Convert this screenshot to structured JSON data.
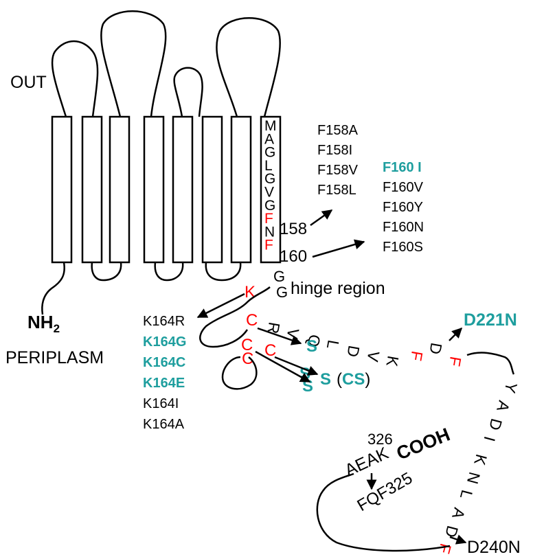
{
  "labels": {
    "out": "OUT",
    "periplasm": "PERIPLASM",
    "nh2_main": "NH",
    "nh2_sub": "2",
    "hinge": "hinge region",
    "pos_158": "158",
    "pos_160": "160",
    "pos_326": "326",
    "cooh": "COOH",
    "aeak": "AEAK",
    "fqf325": "FQF325",
    "d240n": "D240N",
    "d221n": "D221N",
    "cs_open": "(",
    "cs": "CS",
    "cs_close": ")"
  },
  "helix_sequence": [
    "M",
    "A",
    "G",
    "L",
    "G",
    "V",
    "G",
    "F",
    "N",
    "F"
  ],
  "helix_sequence_red": [
    false,
    false,
    false,
    false,
    false,
    false,
    false,
    true,
    false,
    true
  ],
  "hinge_residues": [
    "G",
    "G"
  ],
  "cys_residues": {
    "k": "K",
    "c1": "C",
    "c2": "C",
    "c3": "C",
    "c4": "C"
  },
  "serines": [
    "S",
    "S",
    "S",
    "S"
  ],
  "tail_upper": [
    "R",
    "V",
    "Q",
    "L",
    "D",
    "V",
    "K",
    "F",
    "D",
    "F"
  ],
  "tail_upper_red": [
    false,
    false,
    false,
    false,
    false,
    false,
    false,
    true,
    false,
    true
  ],
  "tail_lower": [
    "Y",
    "A",
    "D",
    "I",
    "K",
    "N",
    "L",
    "A",
    "D",
    "F"
  ],
  "tail_lower_red": [
    false,
    false,
    false,
    false,
    false,
    false,
    false,
    false,
    false,
    true
  ],
  "mutations_f158": [
    "F158A",
    "F158I",
    "F158V",
    "F158L"
  ],
  "mutations_f160": [
    {
      "text": "F160 I",
      "highlight": true
    },
    {
      "text": "F160V",
      "highlight": false
    },
    {
      "text": "F160Y",
      "highlight": false
    },
    {
      "text": "F160N",
      "highlight": false
    },
    {
      "text": "F160S",
      "highlight": false
    }
  ],
  "mutations_k164": [
    {
      "text": "K164R",
      "highlight": false
    },
    {
      "text": "K164G",
      "highlight": true
    },
    {
      "text": "K164C",
      "highlight": true
    },
    {
      "text": "K164E",
      "highlight": true
    },
    {
      "text": "K164I",
      "highlight": false
    },
    {
      "text": "K164A",
      "highlight": false
    }
  ],
  "colors": {
    "red": "#ff0000",
    "teal": "#1e9e9e",
    "black": "#000000"
  }
}
